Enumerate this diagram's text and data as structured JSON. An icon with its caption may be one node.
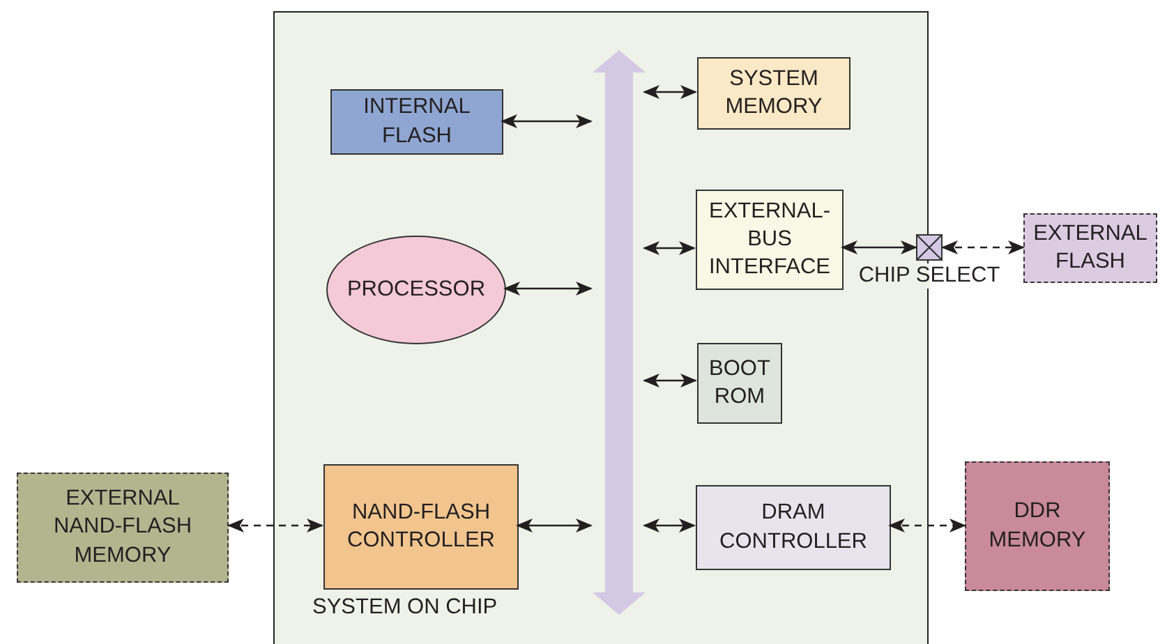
{
  "diagram": {
    "nodes": [
      {
        "text": [
          "SYSTEM ON CHIP"
        ]
      },
      {
        "text": [],
        "shape": "bar",
        "in": 0
      },
      {
        "text": [
          "INTERNAL FLASH"
        ],
        "in": 0
      },
      {
        "text": [
          "PROCESSOR"
        ],
        "in": 0
      },
      {
        "text": [
          "SYSTEM MEMORY"
        ],
        "in": 0
      },
      {
        "text": [
          "EXTERNAL-BUS INTERFACE"
        ],
        "in": 0
      },
      {
        "text": [],
        "shape": "box",
        "beside": [
          "CHIP SELECT"
        ]
      },
      {
        "text": [
          "EXTERNAL FLASH"
        ]
      },
      {
        "text": [
          "BOOT ROM"
        ],
        "in": 0
      },
      {
        "text": [
          "EXTERNAL NAND-FLASH MEMORY"
        ]
      },
      {
        "text": [
          "NAND-FLASH CONTROLLER"
        ],
        "in": 0
      },
      {
        "text": [
          "DRAM CONTROLLER"
        ],
        "in": 0
      },
      {
        "text": [
          "DDR MEMORY"
        ]
      }
    ],
    "edges": [
      {
        "from": 2,
        "to": 1,
        "arrow": "both"
      },
      {
        "from": 3,
        "to": 1,
        "arrow": "both"
      },
      {
        "from": 1,
        "to": 4,
        "arrow": "both"
      },
      {
        "from": 1,
        "to": 5,
        "arrow": "both"
      },
      {
        "from": 5,
        "to": 6,
        "arrow": "both"
      },
      {
        "from": 6,
        "to": 7,
        "arrow": "both",
        "style": "dashed"
      },
      {
        "from": 1,
        "to": 8,
        "arrow": "both"
      },
      {
        "from": 9,
        "to": 10,
        "arrow": "both",
        "style": "dashed"
      },
      {
        "from": 10,
        "to": 1,
        "arrow": "both"
      },
      {
        "from": 1,
        "to": 11,
        "arrow": "both"
      },
      {
        "from": 11,
        "to": 12,
        "arrow": "both",
        "style": "dashed"
      }
    ]
  }
}
